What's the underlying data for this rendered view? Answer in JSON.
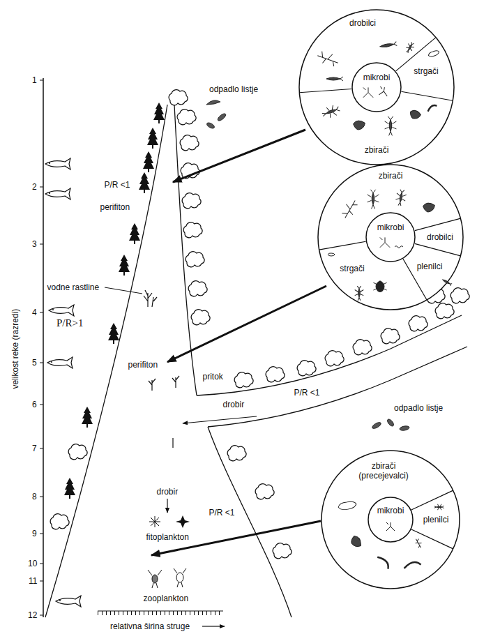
{
  "diagram": {
    "nodes": [
      {
        "text": [
          "drobilci",
          "strgači",
          "zbirači"
        ]
      },
      {
        "text": [
          "mikrobi"
        ],
        "in": 0
      },
      {
        "text": [
          "zbirači",
          "strgači",
          "drobilci",
          "plenilci"
        ]
      },
      {
        "text": [
          "mikrobi"
        ],
        "in": 2
      },
      {
        "text": [
          "zbirači (precejevalci)",
          "plenilci"
        ]
      },
      {
        "text": [
          "mikrobi"
        ],
        "in": 4
      }
    ],
    "labels": [
      "odpadlo listje",
      "P/R <1",
      "perifiton",
      "vodne rastline",
      "P/R>1",
      "perifiton",
      "pritok",
      "drobir",
      "P/R <1",
      "odpadlo listje",
      "drobir",
      "fitoplankton",
      "zooplankton",
      "P/R <1",
      "1",
      "2",
      "3",
      "4",
      "5",
      "6",
      "7",
      "8",
      "9",
      "10",
      "11",
      "12",
      "velikost reke (razredi)",
      "relativna širina struge"
    ]
  }
}
